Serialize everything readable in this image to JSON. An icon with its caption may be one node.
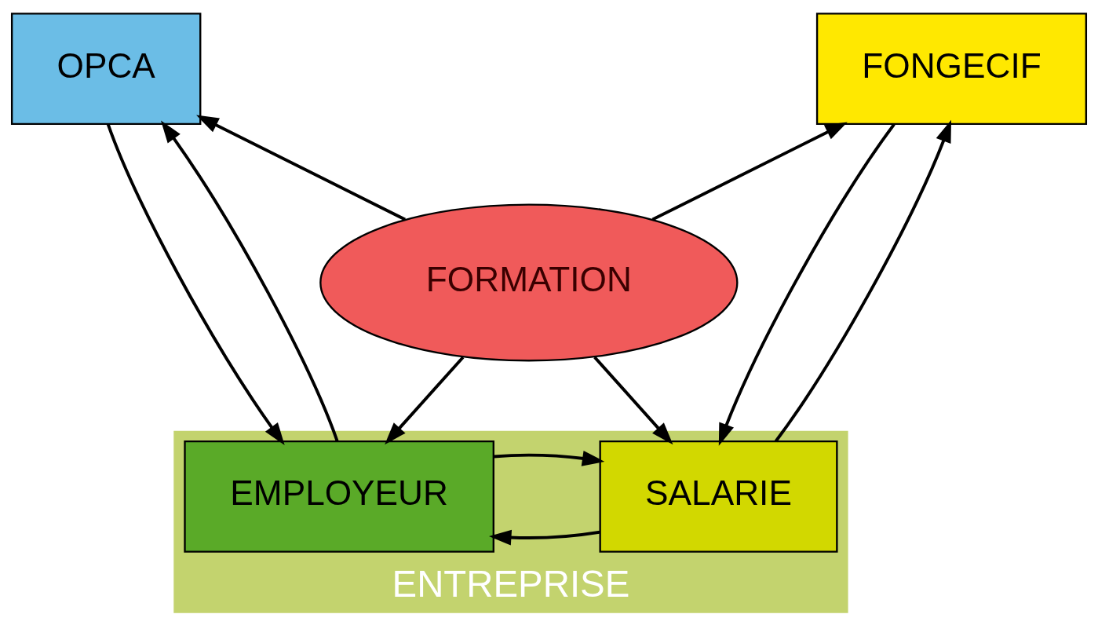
{
  "diagram": {
    "nodes": [
      {
        "text": [
          "ENTREPRISE"
        ]
      },
      {
        "text": [
          "OPCA"
        ]
      },
      {
        "text": [
          "FONGECIF"
        ]
      },
      {
        "text": [
          "FORMATION"
        ]
      },
      {
        "text": [
          "EMPLOYEUR"
        ],
        "in": 0
      },
      {
        "text": [
          "SALARIE"
        ],
        "in": 0
      }
    ],
    "edges": [
      {
        "from": 1,
        "to": 4,
        "arrow": "to"
      },
      {
        "from": 4,
        "to": 1,
        "arrow": "to"
      },
      {
        "from": 2,
        "to": 5,
        "arrow": "to"
      },
      {
        "from": 5,
        "to": 2,
        "arrow": "to"
      },
      {
        "from": 3,
        "to": 1,
        "arrow": "to"
      },
      {
        "from": 3,
        "to": 2,
        "arrow": "to"
      },
      {
        "from": 3,
        "to": 4,
        "arrow": "to"
      },
      {
        "from": 3,
        "to": 5,
        "arrow": "to"
      },
      {
        "from": 5,
        "to": 4,
        "arrow": "to"
      },
      {
        "from": 4,
        "to": 5,
        "arrow": "to"
      }
    ]
  }
}
